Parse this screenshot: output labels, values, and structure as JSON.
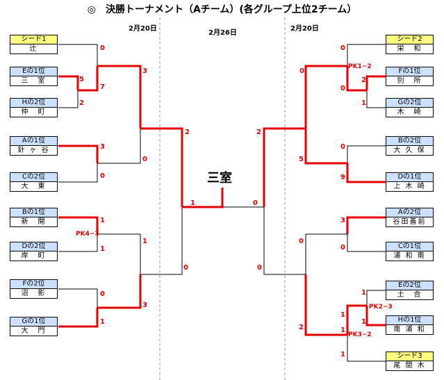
{
  "title": "◎　決勝トーナメント（Aチーム）(各グループ上位2チーム）",
  "dates": {
    "left": "2月20日",
    "center": "2月26日",
    "right": "2月20日"
  },
  "champion": "三室",
  "left_teams": [
    {
      "seed": "シード1",
      "name": "辻",
      "seed_style": "yellow"
    },
    {
      "seed": "Eの1位",
      "name": "三　室",
      "seed_style": "blue"
    },
    {
      "seed": "Hの2位",
      "name": "仲　町",
      "seed_style": "blue"
    },
    {
      "seed": "Aの1位",
      "name": "針 ヶ 谷",
      "seed_style": "blue"
    },
    {
      "seed": "Cの2位",
      "name": "大　東",
      "seed_style": "blue"
    },
    {
      "seed": "Bの1位",
      "name": "新　開",
      "seed_style": "blue"
    },
    {
      "seed": "Dの2位",
      "name": "岸　町",
      "seed_style": "blue"
    },
    {
      "seed": "Fの2位",
      "name": "沼　影",
      "seed_style": "blue"
    },
    {
      "seed": "Gの1位",
      "name": "大　門",
      "seed_style": "blue"
    }
  ],
  "right_teams": [
    {
      "seed": "シード2",
      "name": "栄　和",
      "seed_style": "yellow"
    },
    {
      "seed": "Fの1位",
      "name": "別　所",
      "seed_style": "blue"
    },
    {
      "seed": "Gの2位",
      "name": "木　崎",
      "seed_style": "blue"
    },
    {
      "seed": "Bの2位",
      "name": "大 久 保",
      "seed_style": "blue"
    },
    {
      "seed": "Dの1位",
      "name": "上 木 崎",
      "seed_style": "blue"
    },
    {
      "seed": "Aの2位",
      "name": "谷田善前",
      "seed_style": "blue"
    },
    {
      "seed": "Cの1位",
      "name": "浦 和 南",
      "seed_style": "blue"
    },
    {
      "seed": "Eの2位",
      "name": "土　合",
      "seed_style": "blue"
    },
    {
      "seed": "Hの1位",
      "name": "南 浦 和",
      "seed_style": "blue"
    },
    {
      "seed": "シード3",
      "name": "尾 間 木",
      "seed_style": "yellow"
    }
  ],
  "scores": [
    {
      "id": "l-tsuji",
      "text": "0"
    },
    {
      "id": "l-mimuro",
      "text": "5"
    },
    {
      "id": "l-nakacho",
      "text": "2"
    },
    {
      "id": "l-mimuro-r2",
      "text": "7"
    },
    {
      "id": "l-qf1",
      "text": "3"
    },
    {
      "id": "l-harigaya",
      "text": "3"
    },
    {
      "id": "l-daito",
      "text": "0"
    },
    {
      "id": "l-harigaya-r2",
      "text": "0"
    },
    {
      "id": "l-sf1",
      "text": "2"
    },
    {
      "id": "l-final",
      "text": "1"
    },
    {
      "id": "l-shinkai",
      "text": "1"
    },
    {
      "id": "l-kishimachi",
      "text": "1"
    },
    {
      "id": "l-qf3",
      "text": "1"
    },
    {
      "id": "l-sf2",
      "text": "0"
    },
    {
      "id": "l-numakage",
      "text": "0"
    },
    {
      "id": "l-daimon",
      "text": "1"
    },
    {
      "id": "l-qf4",
      "text": "3"
    },
    {
      "id": "r-eiwa",
      "text": "0"
    },
    {
      "id": "r-bessho",
      "text": "2"
    },
    {
      "id": "r-kizaki",
      "text": "1"
    },
    {
      "id": "r-bessho-r2",
      "text": "0"
    },
    {
      "id": "r-qf1",
      "text": "0"
    },
    {
      "id": "r-okubo",
      "text": "0"
    },
    {
      "id": "r-kamikizaki",
      "text": "9"
    },
    {
      "id": "r-qf2",
      "text": "5"
    },
    {
      "id": "r-sf1",
      "text": "2"
    },
    {
      "id": "r-final",
      "text": "0"
    },
    {
      "id": "r-yatazenmae",
      "text": "3"
    },
    {
      "id": "r-uraminami",
      "text": "0"
    },
    {
      "id": "r-qf3",
      "text": "0"
    },
    {
      "id": "r-sf2",
      "text": "0"
    },
    {
      "id": "r-doai",
      "text": "1"
    },
    {
      "id": "r-minamiurawa",
      "text": "1"
    },
    {
      "id": "r-r2a",
      "text": "1"
    },
    {
      "id": "r-r2b",
      "text": "1"
    },
    {
      "id": "r-omagi",
      "text": "1"
    },
    {
      "id": "r-qf4",
      "text": "2"
    }
  ],
  "pk_labels": [
    {
      "id": "pk-l",
      "text": "PK4−3"
    },
    {
      "id": "pk-r1",
      "text": "PK1−2"
    },
    {
      "id": "pk-r2",
      "text": "PK2−3"
    },
    {
      "id": "pk-r3",
      "text": "PK3−2"
    }
  ],
  "colors": {
    "winner_line": "#e60000",
    "loser_line": "#000000",
    "seed_yellow": "#ffff80",
    "seed_blue": "#cce0ff"
  }
}
